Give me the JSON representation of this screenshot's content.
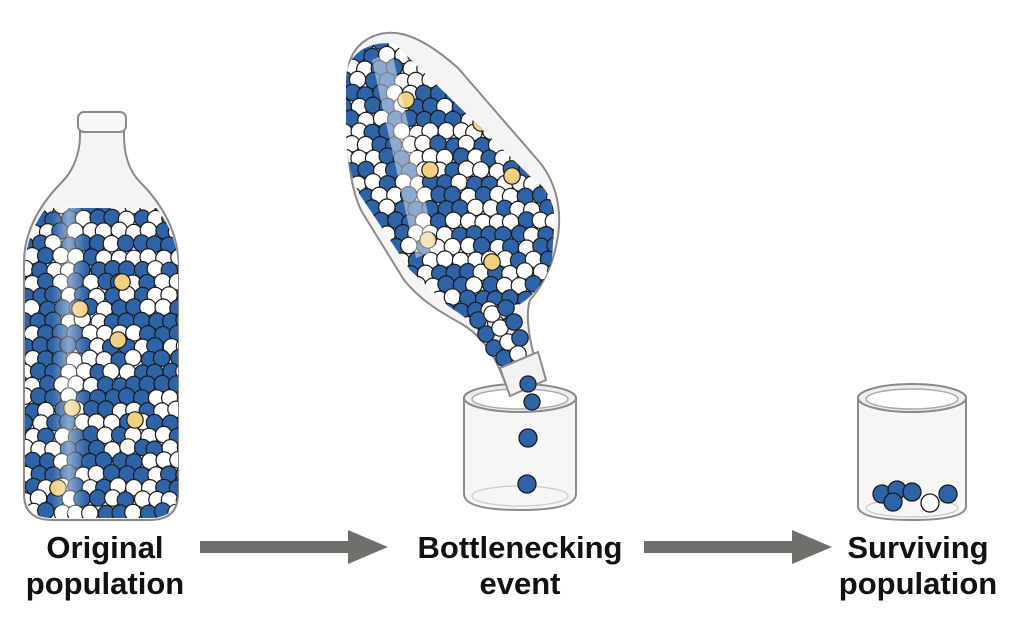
{
  "labels": {
    "original": [
      "Original",
      "population"
    ],
    "bottleneck": [
      "Bottlenecking",
      "event"
    ],
    "surviving": [
      "Surviving",
      "population"
    ]
  },
  "colors": {
    "blue": "#2f63a8",
    "white": "#ffffff",
    "yellow": "#f3cf82",
    "outline": "#1a1a1a",
    "glass": "#8a8a8a",
    "arrow": "#6e706b"
  },
  "icons": [
    "bottle-icon",
    "tilted-bottle-icon",
    "cup-icon",
    "arrow-icon",
    "bead-icon"
  ]
}
